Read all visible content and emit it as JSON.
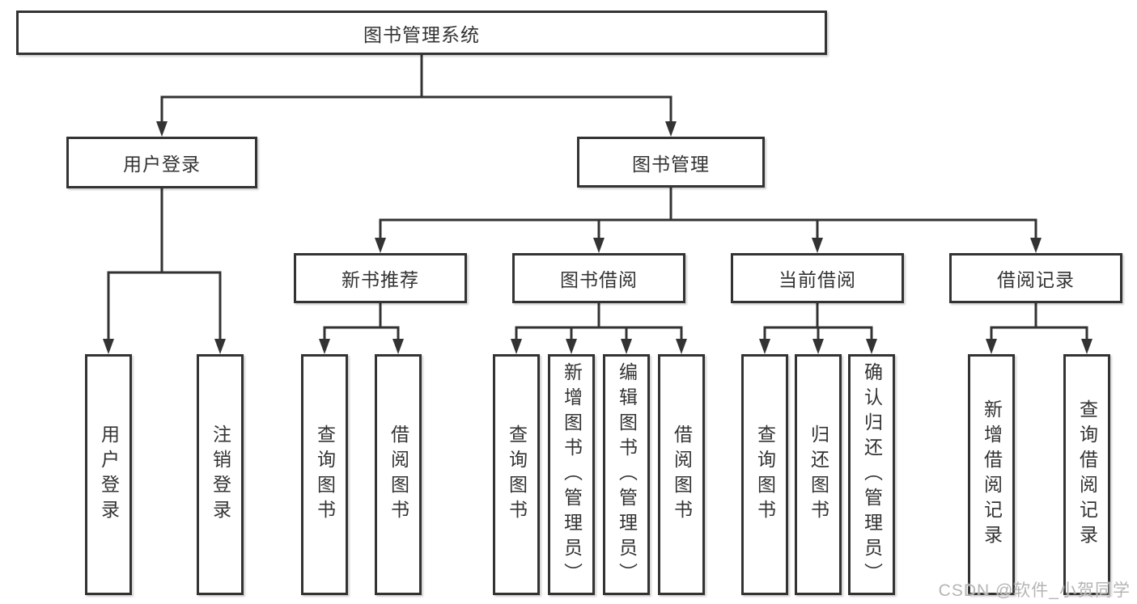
{
  "root": {
    "label": "图书管理系统"
  },
  "user_branch": {
    "label": "用户登录",
    "children": [
      {
        "label": "用户登录"
      },
      {
        "label": "注销登录"
      }
    ]
  },
  "book_branch": {
    "label": "图书管理",
    "sections": [
      {
        "label": "新书推荐",
        "children": [
          {
            "label": "查询图书"
          },
          {
            "label": "借阅图书"
          }
        ]
      },
      {
        "label": "图书借阅",
        "children": [
          {
            "label": "查询图书"
          },
          {
            "label": "新增图书（管理员）"
          },
          {
            "label": "编辑图书（管理员）"
          },
          {
            "label": "借阅图书"
          }
        ]
      },
      {
        "label": "当前借阅",
        "children": [
          {
            "label": "查询图书"
          },
          {
            "label": "归还图书"
          },
          {
            "label": "确认归还（管理员）"
          }
        ]
      },
      {
        "label": "借阅记录",
        "children": [
          {
            "label": "新增借阅记录"
          },
          {
            "label": "查询借阅记录"
          }
        ]
      }
    ]
  },
  "watermark": {
    "text": "CSDN @软件_小贺同学"
  },
  "colors": {
    "line": "#333333",
    "text": "#333333",
    "box_background": "#ffffff",
    "watermark": "#b5b5b5",
    "background": "#ffffff"
  }
}
